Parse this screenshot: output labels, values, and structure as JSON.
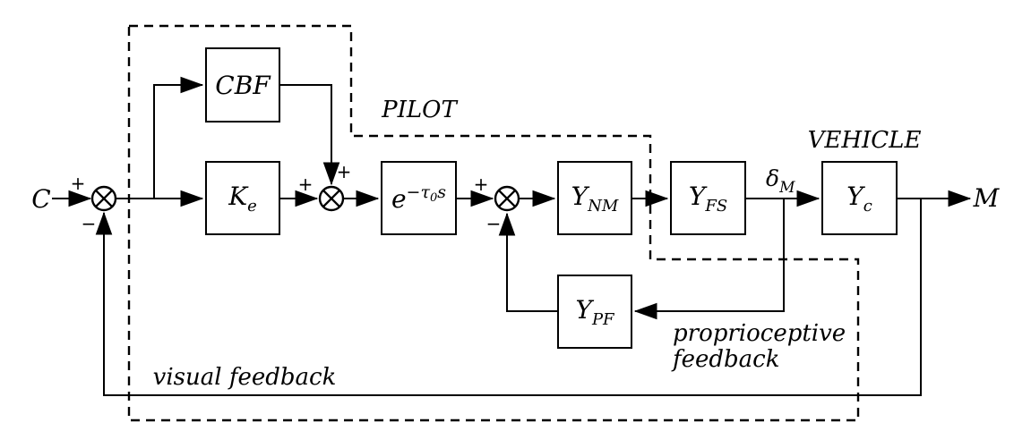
{
  "diagram": {
    "colors": {
      "line": "#000000",
      "background": "#ffffff"
    },
    "signals": {
      "input": "C",
      "output": "M",
      "delta_main": "δ",
      "delta_sub": "M"
    },
    "junctions": {
      "j1": {
        "top_sign": "+",
        "bottom_sign": "−"
      },
      "j2": {
        "left_sign": "+",
        "top_sign": "+"
      },
      "j3": {
        "left_sign": "+",
        "bottom_sign": "−"
      }
    },
    "blocks": {
      "cbf": {
        "label": "CBF"
      },
      "ke": {
        "main": "K",
        "sub": "e"
      },
      "delay": {
        "base": "e",
        "exp_prefix": "−τ",
        "exp_sub": "0",
        "exp_suffix": "s"
      },
      "ynm": {
        "main": "Y",
        "sub": "NM"
      },
      "yfs": {
        "main": "Y",
        "sub": "FS"
      },
      "yc": {
        "main": "Y",
        "sub": "c"
      },
      "ypf": {
        "main": "Y",
        "sub": "PF"
      }
    },
    "annotations": {
      "pilot": "PILOT",
      "vehicle": "VEHICLE",
      "visual_feedback": "visual feedback",
      "proprioceptive_line1": "proprioceptive",
      "proprioceptive_line2": "feedback"
    }
  }
}
